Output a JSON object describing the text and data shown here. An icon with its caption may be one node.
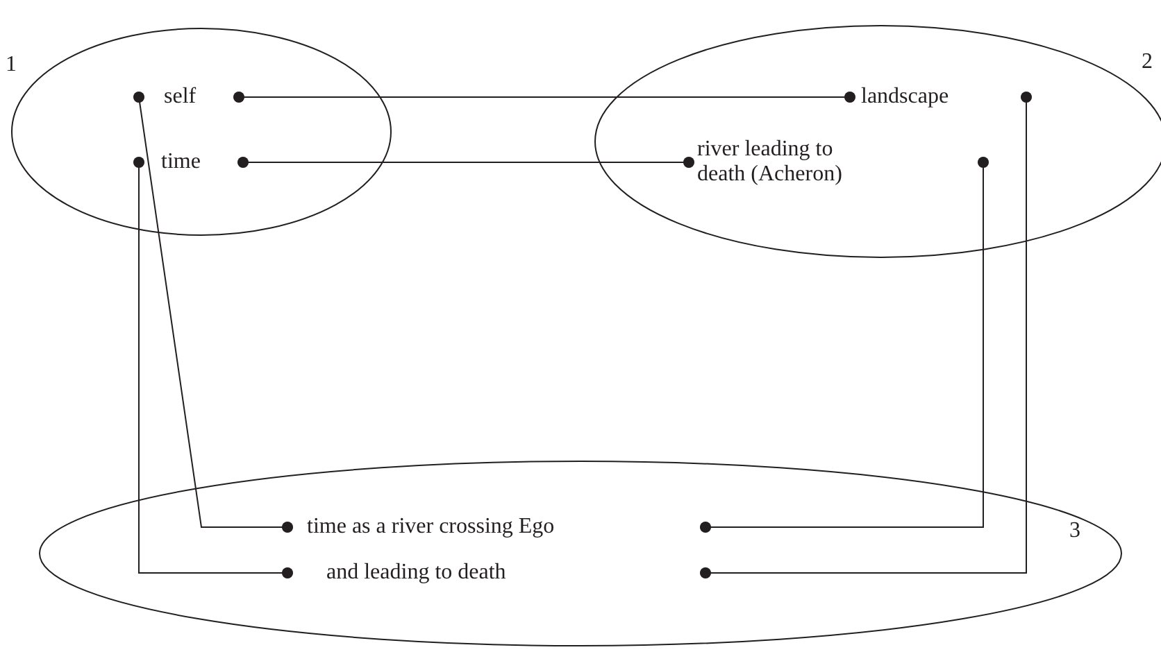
{
  "diagram": {
    "nodes": [
      {
        "text": [],
        "shape": "ellipse",
        "beside": [
          "1"
        ]
      },
      {
        "text": [
          "self"
        ],
        "in": 0
      },
      {
        "text": [
          "time"
        ],
        "in": 0
      },
      {
        "text": [],
        "shape": "ellipse",
        "beside": [
          "2"
        ]
      },
      {
        "text": [
          "landscape"
        ],
        "in": 3
      },
      {
        "text": [
          "river leading to death (Acheron)"
        ],
        "in": 3
      },
      {
        "text": [],
        "shape": "ellipse",
        "beside": [
          "3"
        ]
      },
      {
        "text": [
          "time as a river crossing Ego"
        ],
        "in": 6
      },
      {
        "text": [
          "and leading to death"
        ],
        "in": 6
      }
    ],
    "edges": [
      {
        "from": 1,
        "to": 4,
        "arrow": "other"
      },
      {
        "from": 2,
        "to": 5,
        "arrow": "other"
      },
      {
        "from": 1,
        "to": 7,
        "arrow": "other"
      },
      {
        "from": 2,
        "to": 8,
        "arrow": "other"
      },
      {
        "from": 5,
        "to": 7,
        "arrow": "other"
      },
      {
        "from": 4,
        "to": 8,
        "arrow": "other"
      }
    ]
  }
}
